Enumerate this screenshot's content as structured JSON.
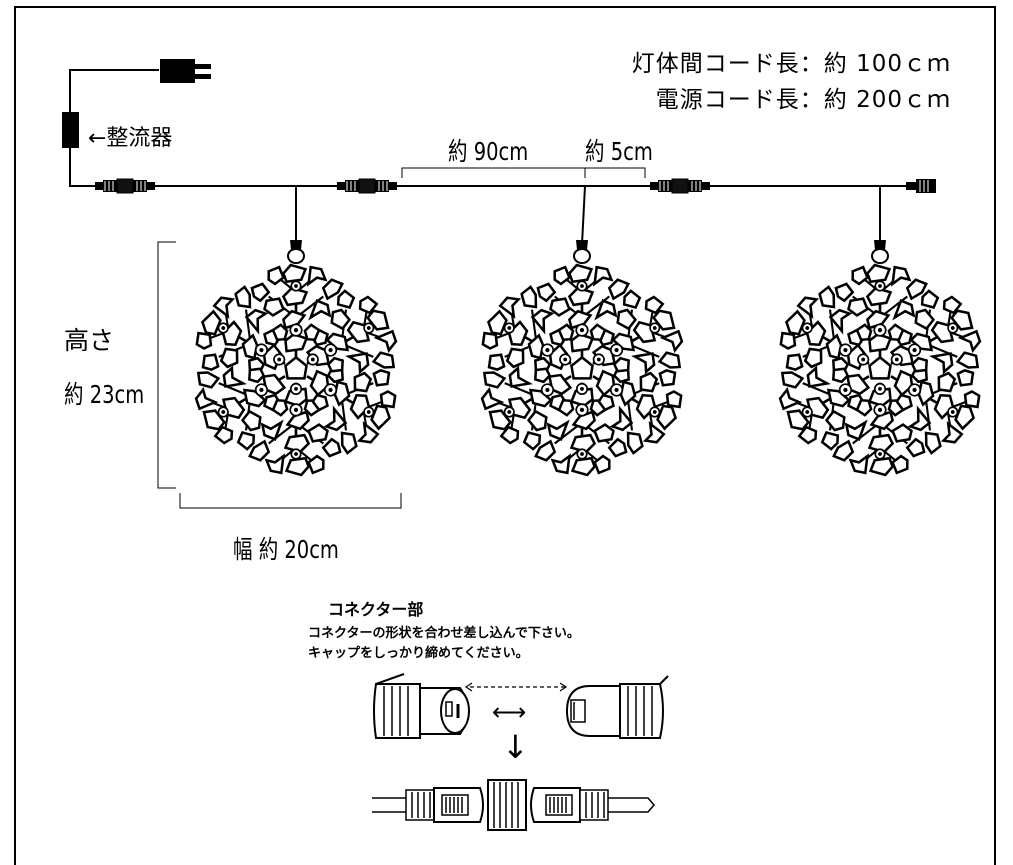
{
  "specs": {
    "lamp_cord_length": "灯体間コード長：約 100ｃｍ",
    "power_cord_length": "電源コード長：約 200ｃｍ"
  },
  "labels": {
    "rectifier": "←整流器",
    "spacing_lamps": "約 90cm",
    "spacing_drop": "約 5cm",
    "height_title": "高さ",
    "height_value": "約 23cm",
    "width": "幅 約 20cm"
  },
  "connector": {
    "title": "コネクター部",
    "instruction_1": "コネクターの形状を合わせ差し込んで下さい。",
    "instruction_2": "キャップをしっかり締めてください。",
    "down_arrow": "↓",
    "pair_arrow": "⟷"
  },
  "lamp_count": 3,
  "colors": {
    "line": "#000000",
    "background": "#ffffff"
  }
}
